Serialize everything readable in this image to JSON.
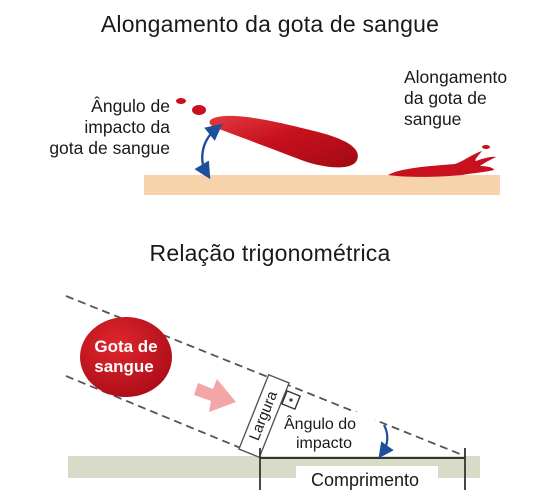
{
  "top_panel": {
    "title": "Alongamento da gota de sangue",
    "impact_angle_label": [
      "Ângulo de",
      "impacto da",
      "gota de sangue"
    ],
    "elongation_label": [
      "Alongamento",
      "da gota de",
      "sangue"
    ]
  },
  "bottom_panel": {
    "title": "Relação trigonométrica",
    "drop_label": [
      "Gota de",
      "sangue"
    ],
    "width_label": "Largura",
    "angle_label": [
      "Ângulo do",
      "impacto"
    ],
    "length_label": "Comprimento"
  },
  "colors": {
    "blood": "#c8101e",
    "blood_dark": "#a00a14",
    "surface_top": "#f6d3ab",
    "surface_bottom": "#d9dbc9",
    "arrow_blue": "#1f4f9c",
    "direction_arrow": "#f4a6a6",
    "dashed_line": "#555555"
  }
}
